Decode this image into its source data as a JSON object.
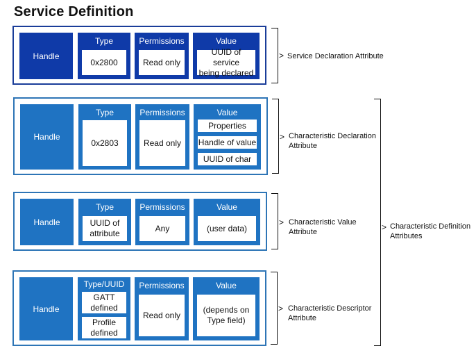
{
  "title": "Service Definition",
  "headers": {
    "handle": "Handle",
    "type": "Type",
    "type_uuid": "Type/UUID",
    "permissions": "Permissions",
    "value": "Value"
  },
  "service_declaration": {
    "type": "0x2800",
    "permissions": "Read only",
    "value": "UUID of service\nbeing declared",
    "label": "Service Declaration Attribute"
  },
  "characteristic_declaration": {
    "type": "0x2803",
    "permissions": "Read only",
    "value_items": [
      "Properties",
      "Handle of value",
      "UUID of char"
    ],
    "label": "Characteristic Declaration\nAttribute"
  },
  "characteristic_value": {
    "type": "UUID of\nattribute",
    "permissions": "Any",
    "value": "(user data)",
    "label": "Characteristic Value\nAttribute"
  },
  "characteristic_descriptor": {
    "type_items": [
      "GATT\ndefined",
      "Profile\ndefined"
    ],
    "permissions": "Read only",
    "value": "(depends on\nType field)",
    "label": "Characteristic Descriptor\nAttribute"
  },
  "characteristic_definition": {
    "label": "Characteristic Definition\nAttributes"
  },
  "colors": {
    "dark_block": "#0f3aa8",
    "blue_block": "#1f73c2",
    "dark_frame": "#1a3d99",
    "blue_frame": "#2e75b6"
  }
}
